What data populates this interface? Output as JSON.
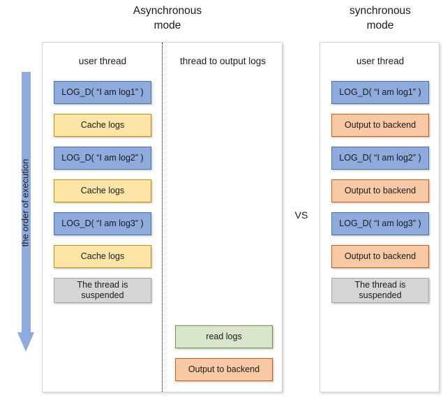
{
  "titles": {
    "async": "Asynchronous\nmode",
    "sync": "synchronous\nmode"
  },
  "comparison_label": "VS",
  "order_arrow": {
    "label": "the order of execution",
    "direction": "down",
    "color": "#8FAADC"
  },
  "async_panel": {
    "columns": [
      {
        "header": "user thread"
      },
      {
        "header": "thread to output logs"
      }
    ],
    "user_thread_steps": [
      {
        "label": "LOG_D( “I am log1” )",
        "kind": "log-call",
        "color": "#8FAADC"
      },
      {
        "label": "Cache logs",
        "kind": "cache",
        "color": "#FCE5A7"
      },
      {
        "label": "LOG_D( “I am log2” )",
        "kind": "log-call",
        "color": "#8FAADC"
      },
      {
        "label": "Cache logs",
        "kind": "cache",
        "color": "#FCE5A7"
      },
      {
        "label": "LOG_D( “I am log3” )",
        "kind": "log-call",
        "color": "#8FAADC"
      },
      {
        "label": "Cache logs",
        "kind": "cache",
        "color": "#FCE5A7"
      },
      {
        "label": "The thread is\nsuspended",
        "kind": "suspended",
        "color": "#D5D5D5"
      }
    ],
    "output_thread_steps": [
      {
        "label": "read logs",
        "kind": "read",
        "color": "#D9E6CC"
      },
      {
        "label": "Output to backend",
        "kind": "output",
        "color": "#F8C9A4"
      }
    ]
  },
  "sync_panel": {
    "columns": [
      {
        "header": "user thread"
      }
    ],
    "user_thread_steps": [
      {
        "label": "LOG_D( “I am log1” )",
        "kind": "log-call",
        "color": "#8FAADC"
      },
      {
        "label": "Output to backend",
        "kind": "output",
        "color": "#F8C9A4"
      },
      {
        "label": "LOG_D( “I am log2” )",
        "kind": "log-call",
        "color": "#8FAADC"
      },
      {
        "label": "Output to backend",
        "kind": "output",
        "color": "#F8C9A4"
      },
      {
        "label": "LOG_D( “I am log3” )",
        "kind": "log-call",
        "color": "#8FAADC"
      },
      {
        "label": "Output to backend",
        "kind": "output",
        "color": "#F8C9A4"
      },
      {
        "label": "The thread is\nsuspended",
        "kind": "suspended",
        "color": "#D5D5D5"
      }
    ]
  }
}
